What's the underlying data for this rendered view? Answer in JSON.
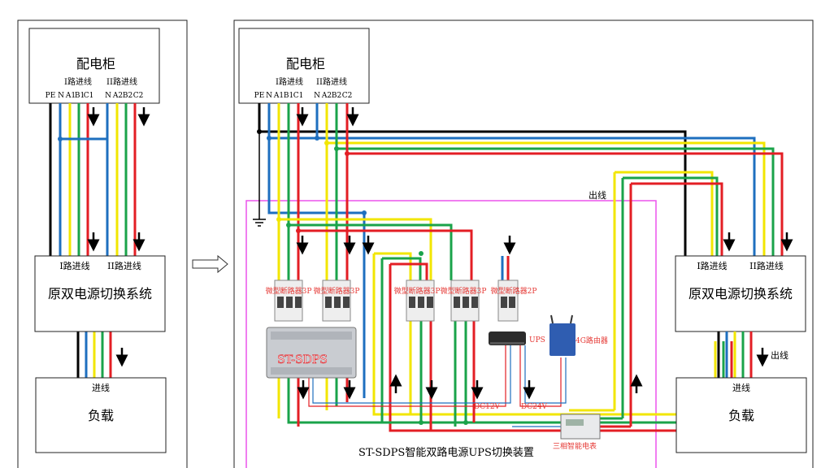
{
  "left_panel": {
    "cabinet": {
      "title": "配电柜",
      "line1": "I路进线",
      "line2": "II路进线",
      "terminals": [
        "PE",
        "N",
        "A1",
        "B1",
        "C1",
        "N",
        "A2",
        "B2",
        "C2"
      ]
    },
    "switch_box": {
      "in1": "I路进线",
      "in2": "II路进线",
      "title": "原双电源切换系统"
    },
    "load": {
      "in": "进线",
      "title": "负载"
    }
  },
  "right_panel": {
    "cabinet": {
      "title": "配电柜",
      "line1": "I路进线",
      "line2": "II路进线",
      "terminals": [
        "PE",
        "N",
        "A1",
        "B1",
        "C1",
        "N",
        "A2",
        "B2",
        "C2"
      ]
    },
    "device_frame": {
      "out_label": "出线",
      "title": "ST-SDPS智能双路电源UPS切换装置"
    },
    "breakers": [
      "微型断路器3P",
      "微型断路器3P",
      "微型断路器3P",
      "微型断路器3P",
      "微型断路器2P"
    ],
    "controller_label": "ST-SDPS",
    "ups_label": "UPS",
    "router_label": "4G路由器",
    "dc12": "DC12V",
    "dc24": "DC24V",
    "meter_label": "三相智能电表",
    "switch_box": {
      "in1": "I路进线",
      "in2": "II路进线",
      "title": "原双电源切换系统"
    },
    "out_label": "出线",
    "load": {
      "in": "进线",
      "title": "负载"
    }
  },
  "colors": {
    "pe": "#000000",
    "n": "#1e6fbf",
    "a": "#f2e600",
    "b": "#1aa34a",
    "c": "#e31e24",
    "frame": "#ec54ec",
    "meter_label": "#e31e24"
  }
}
